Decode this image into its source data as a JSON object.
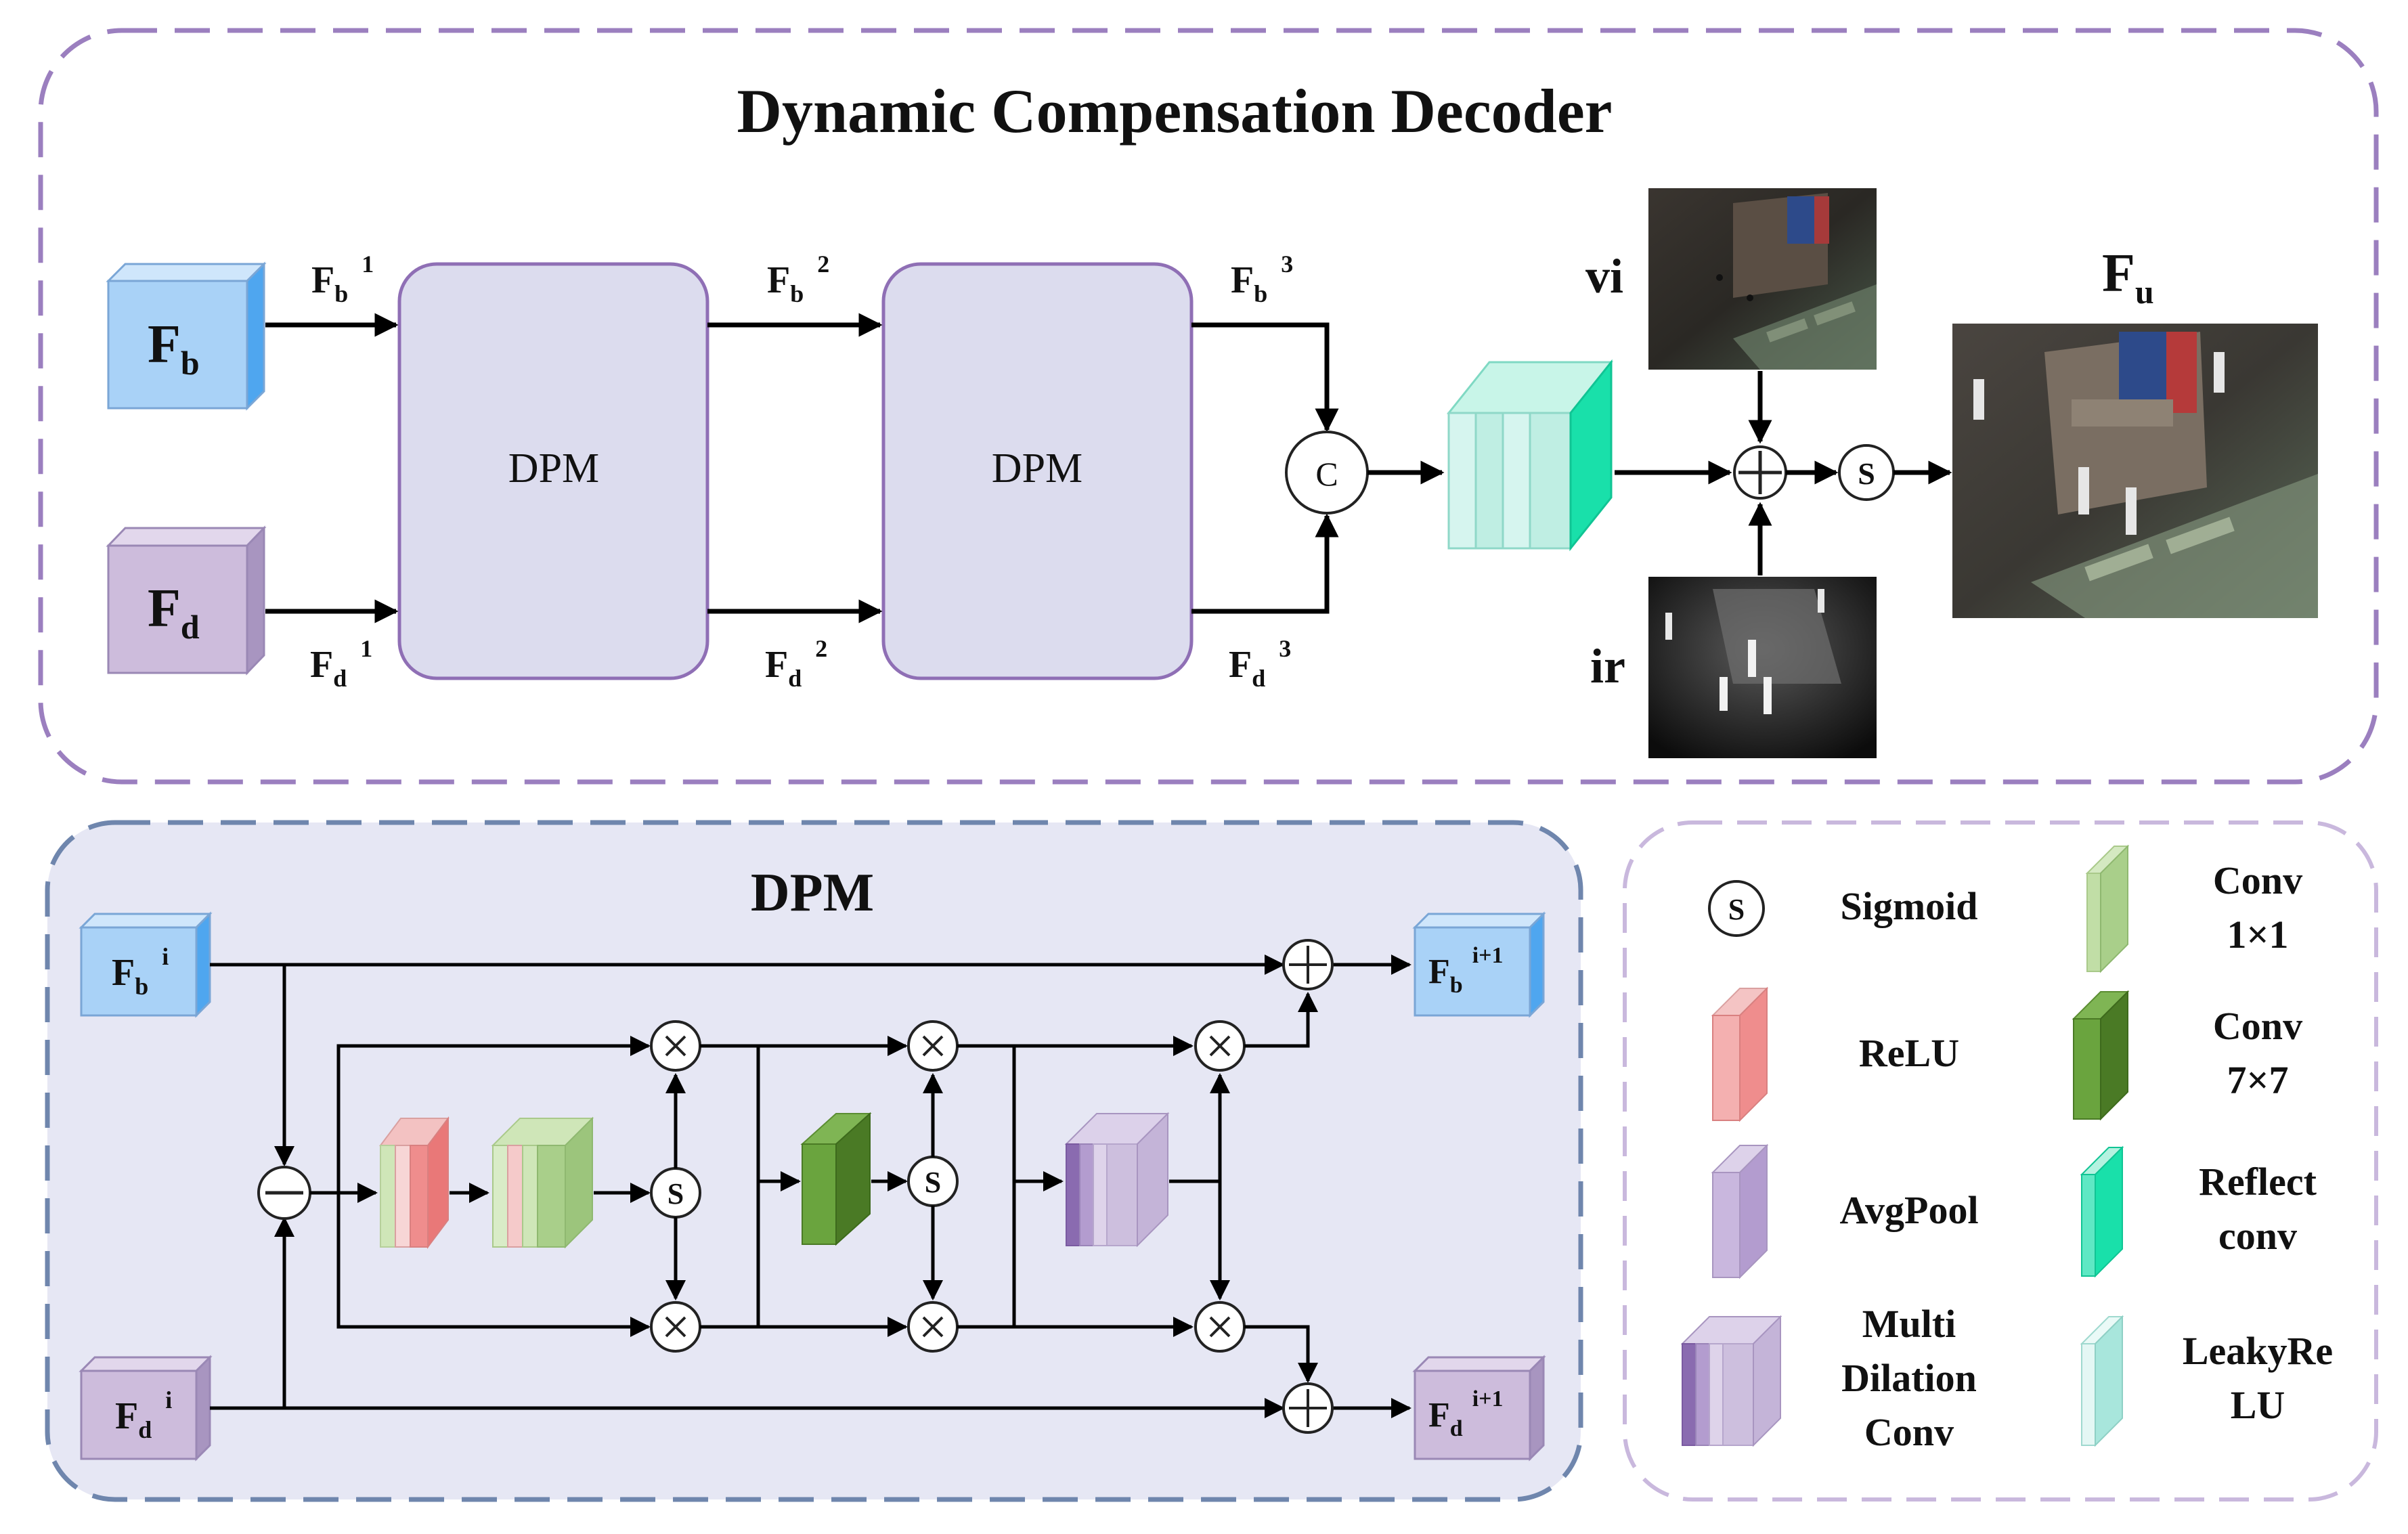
{
  "colors": {
    "outer_border": "#9b7fbf",
    "dpm_border": "#6f86ad",
    "legend_border": "#c9b8dd",
    "dpm_panel": "#e6e7f4",
    "dpm_block": "#dcdcee",
    "dpm_block_border": "#8f6fb5",
    "fb_blue": "#a9d2f7",
    "fd_purple": "#cdbcdc",
    "relu_pink": "#ef8d8d",
    "conv1_green": "#a9cf8a",
    "conv7_green": "#5b8d32",
    "avgpool": "#b9a6d2",
    "reflect": "#19e0aa",
    "leaky": "#d9f3f0"
  },
  "decoder": {
    "title": "Dynamic Compensation Decoder",
    "fb": {
      "main": "F",
      "sub": "b"
    },
    "fd": {
      "main": "F",
      "sub": "d"
    },
    "dpm1_label": "DPM",
    "dpm2_label": "DPM",
    "fb1": {
      "main": "F",
      "sub": "b",
      "sup": "1"
    },
    "fb2": {
      "main": "F",
      "sub": "b",
      "sup": "2"
    },
    "fb3": {
      "main": "F",
      "sub": "b",
      "sup": "3"
    },
    "fd1": {
      "main": "F",
      "sub": "d",
      "sup": "1"
    },
    "fd2": {
      "main": "F",
      "sub": "d",
      "sup": "2"
    },
    "fd3": {
      "main": "F",
      "sub": "d",
      "sup": "3"
    },
    "concat_symbol": "C",
    "sigmoid_symbol": "S",
    "vi_label": "vi",
    "ir_label": "ir",
    "fu": {
      "main": "F",
      "sub": "u"
    }
  },
  "dpm_detail": {
    "title": "DPM",
    "fbi": {
      "main": "F",
      "sub": "b",
      "sup": "i"
    },
    "fdi": {
      "main": "F",
      "sub": "d",
      "sup": "i"
    },
    "fb_next": {
      "main": "F",
      "sub": "b",
      "sup": "i+1"
    },
    "fd_next": {
      "main": "F",
      "sub": "d",
      "sup": "i+1"
    },
    "sigmoid_symbol": "S"
  },
  "legend": {
    "sigmoid": {
      "symbol": "S",
      "label": "Sigmoid"
    },
    "relu": "ReLU",
    "avgpool": "AvgPool",
    "multi_dilation": [
      "Multi",
      "Dilation",
      "Conv"
    ],
    "conv1": [
      "Conv",
      "1×1"
    ],
    "conv7": [
      "Conv",
      "7×7"
    ],
    "reflect": [
      "Reflect",
      "conv"
    ],
    "leaky": [
      "LeakyRe",
      "LU"
    ]
  }
}
